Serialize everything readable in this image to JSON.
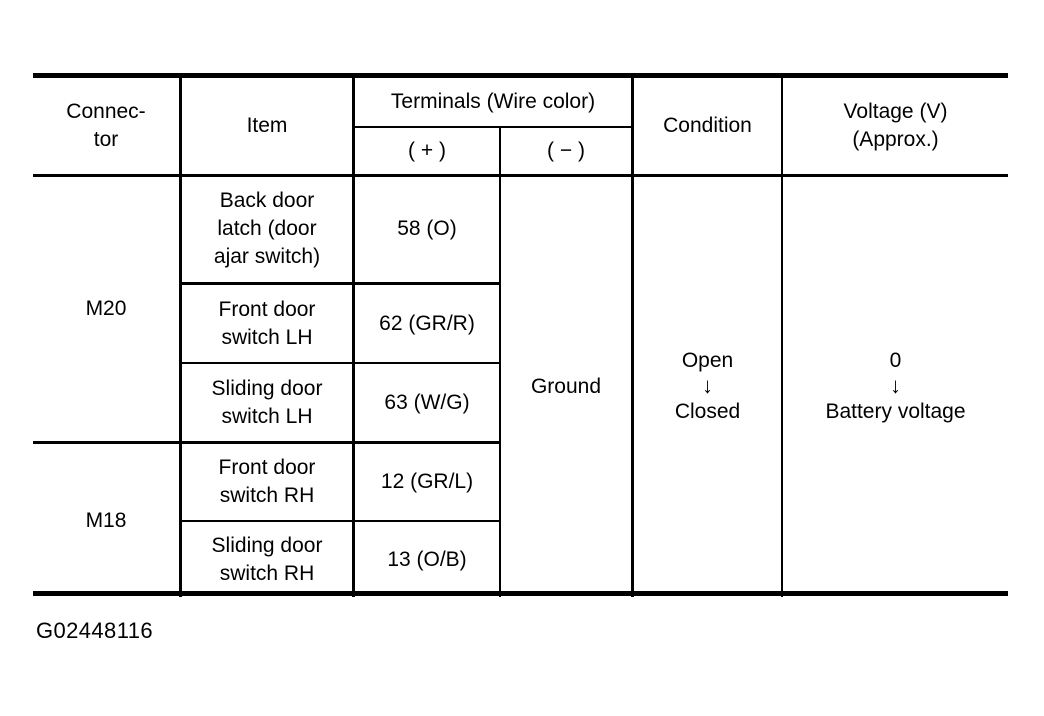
{
  "table": {
    "headers": {
      "connector": "Connec-\ntor",
      "connector_line1": "Connec-",
      "connector_line2": "tor",
      "item": "Item",
      "terminals_group": "Terminals (Wire color)",
      "terminal_positive": "( + )",
      "terminal_negative": "( − )",
      "condition": "Condition",
      "voltage_line1": "Voltage (V)",
      "voltage_line2": "(Approx.)"
    },
    "groups": [
      {
        "connector": "M20",
        "rows": [
          {
            "item_line1": "Back door",
            "item_line2": "latch (door",
            "item_line3": "ajar switch)",
            "terminal_positive": "58 (O)"
          },
          {
            "item_line1": "Front door",
            "item_line2": "switch LH",
            "terminal_positive": "62 (GR/R)"
          },
          {
            "item_line1": "Sliding door",
            "item_line2": "switch LH",
            "terminal_positive": "63 (W/G)"
          }
        ]
      },
      {
        "connector": "M18",
        "rows": [
          {
            "item_line1": "Front door",
            "item_line2": "switch RH",
            "terminal_positive": "12 (GR/L)"
          },
          {
            "item_line1": "Sliding door",
            "item_line2": "switch RH",
            "terminal_positive": "13 (O/B)"
          }
        ]
      }
    ],
    "merged": {
      "terminal_negative": "Ground",
      "condition_from": "Open",
      "condition_arrow": "↓",
      "condition_to": "Closed",
      "voltage_from": "0",
      "voltage_arrow": "↓",
      "voltage_to": "Battery voltage"
    }
  },
  "caption": "G02448116",
  "colors": {
    "ink": "#000000",
    "background": "#ffffff"
  }
}
